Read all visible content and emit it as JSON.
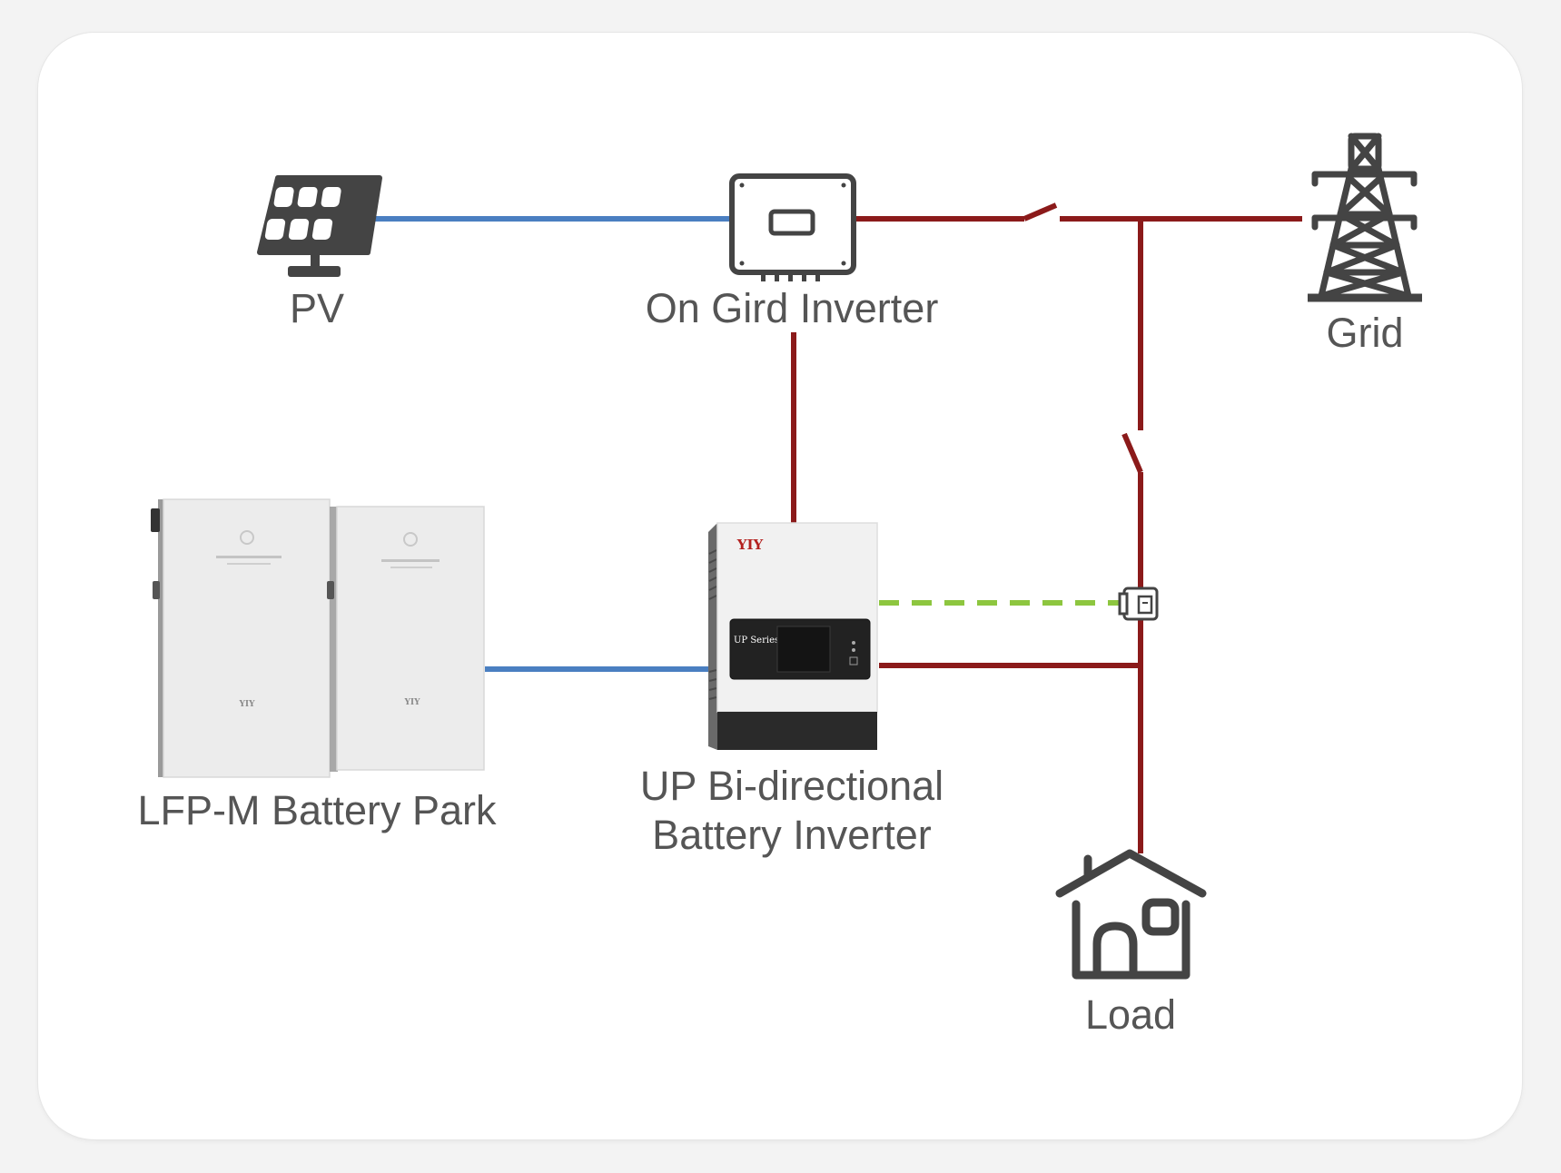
{
  "nodes": {
    "pv": {
      "label": "PV",
      "icon": "solar-panel-icon"
    },
    "on_grid_inverter": {
      "label": "On Gird Inverter",
      "icon": "inverter-icon"
    },
    "grid": {
      "label": "Grid",
      "icon": "transmission-tower-icon"
    },
    "battery_park": {
      "label": "LFP-M Battery Park",
      "icon": "battery-cabinet-icon",
      "brand": "YIY"
    },
    "battery_inverter": {
      "label_line1": "UP Bi-directional",
      "label_line2": "Battery Inverter",
      "icon": "battery-inverter-icon",
      "brand": "YIY",
      "series": "UP Series"
    },
    "load": {
      "label": "Load",
      "icon": "house-icon"
    }
  },
  "colors": {
    "dc_line": "#4a7fc1",
    "ac_line": "#8b1a1a",
    "comm_line": "#8dc63f",
    "icon": "#444444",
    "text": "#555555"
  }
}
